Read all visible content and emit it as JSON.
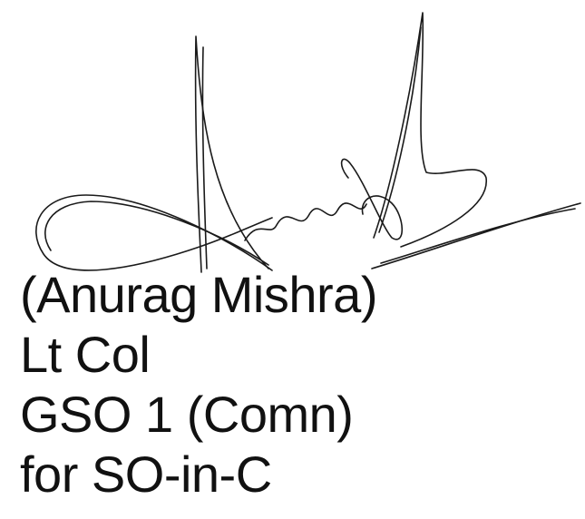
{
  "signature_block": {
    "name": "(Anurag Mishra)",
    "rank": "Lt Col",
    "appointment": "GSO 1 (Comn)",
    "on_behalf_of": "for SO-in-C"
  },
  "colors": {
    "ink": "#1a1a1a",
    "text": "#111111",
    "background": "#ffffff"
  }
}
